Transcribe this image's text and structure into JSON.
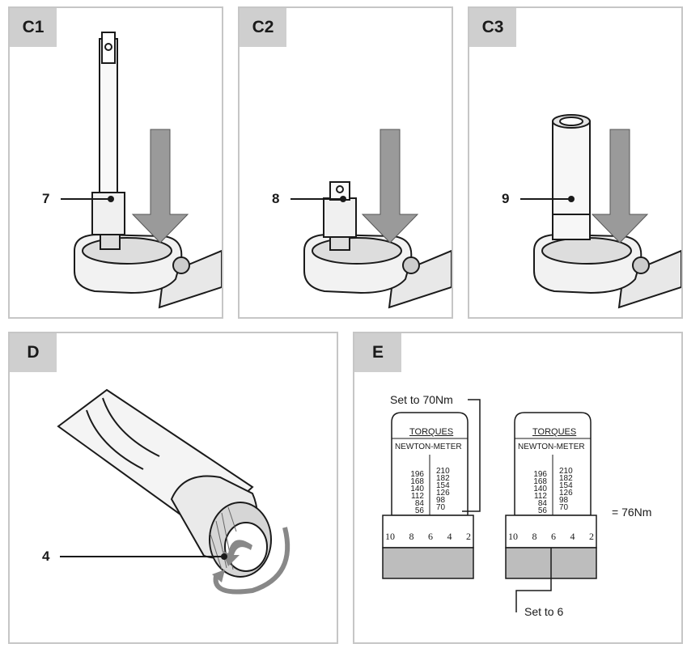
{
  "panels": {
    "c1": {
      "tag": "C1",
      "callout": "7"
    },
    "c2": {
      "tag": "C2",
      "callout": "8"
    },
    "c3": {
      "tag": "C3",
      "callout": "9"
    },
    "d": {
      "tag": "D",
      "callout": "4"
    },
    "e": {
      "tag": "E",
      "set_main": "Set to 70Nm",
      "set_sub": "Set to 6",
      "result": "= 76Nm",
      "scale": {
        "title": "TORQUES",
        "unit": "NEWTON-METER",
        "left_values": [
          "196",
          "168",
          "140",
          "112",
          "84",
          "56"
        ],
        "right_values": [
          "210",
          "182",
          "154",
          "126",
          "98",
          "70"
        ],
        "dial": [
          "10",
          "8",
          "6",
          "4",
          "2"
        ]
      }
    }
  },
  "colors": {
    "panel_border": "#c6c6c6",
    "tag_bg": "#cfcfcf",
    "arrow_fill": "#9a9a9a",
    "ink": "#1a1a1a"
  }
}
